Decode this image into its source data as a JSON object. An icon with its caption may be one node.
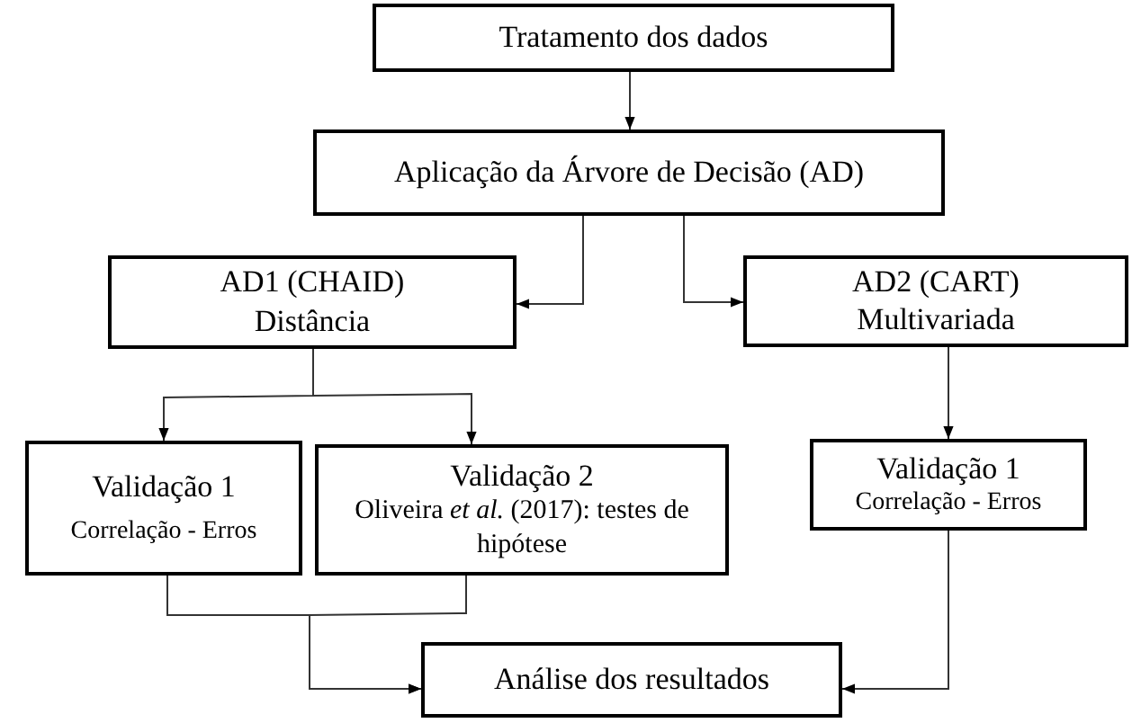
{
  "diagram": {
    "nodes": [
      {
        "text": [
          "Tratamento dos dados"
        ]
      },
      {
        "text": [
          "Aplicação da Árvore de Decisão (AD)"
        ]
      },
      {
        "text": [
          "AD1 (CHAID)",
          "Distância"
        ]
      },
      {
        "text": [
          "AD2 (CART)",
          "Multivariada"
        ]
      },
      {
        "text": [
          "Validação 1",
          "Correlação - Erros"
        ]
      },
      {
        "text": [
          "Validação 2",
          "Oliveira *et al.* (2017): testes de hipótese"
        ]
      },
      {
        "text": [
          "Validação 1",
          "Correlação - Erros"
        ]
      },
      {
        "text": [
          "Análise dos resultados"
        ]
      }
    ],
    "edges": [
      {
        "from": 0,
        "to": 1,
        "arrow": "to"
      },
      {
        "from": 1,
        "to": 2,
        "arrow": "to"
      },
      {
        "from": 1,
        "to": 3,
        "arrow": "to"
      },
      {
        "from": 2,
        "to": 4,
        "arrow": "to"
      },
      {
        "from": 2,
        "to": 5,
        "arrow": "to"
      },
      {
        "from": 3,
        "to": 6,
        "arrow": "to"
      },
      {
        "from": 4,
        "to": 7,
        "arrow": "to"
      },
      {
        "from": 5,
        "to": 7,
        "arrow": "to"
      },
      {
        "from": 6,
        "to": 7,
        "arrow": "to"
      }
    ]
  }
}
